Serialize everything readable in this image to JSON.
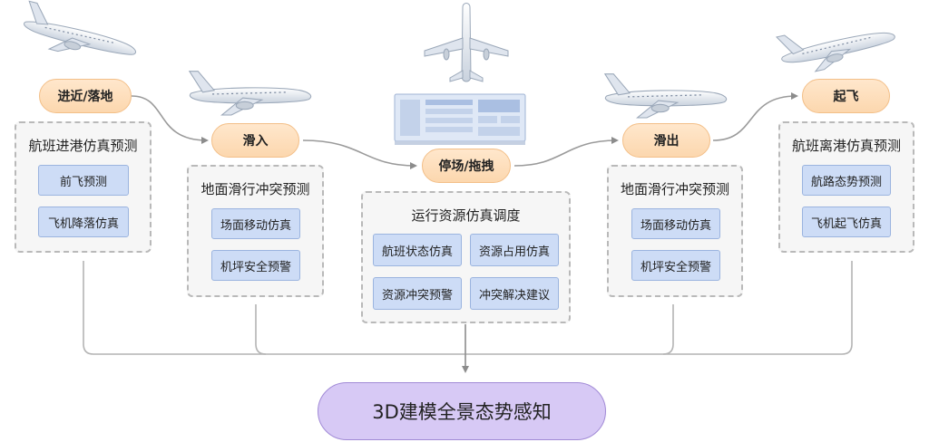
{
  "stages": {
    "approach": "进近/落地",
    "taxi_in": "滑入",
    "parking": "停场/拖拽",
    "taxi_out": "滑出",
    "takeoff": "起飞"
  },
  "groups": [
    {
      "title": "航班进港仿真预测",
      "items": [
        "前飞预测",
        "飞机降落仿真"
      ]
    },
    {
      "title": "地面滑行冲突预测",
      "items": [
        "场面移动仿真",
        "机坪安全预警"
      ]
    },
    {
      "title": "运行资源仿真调度",
      "items": [
        "航班状态仿真",
        "资源占用仿真",
        "资源冲突预警",
        "冲突解决建议"
      ]
    },
    {
      "title": "地面滑行冲突预测",
      "items": [
        "场面移动仿真",
        "机坪安全预警"
      ]
    },
    {
      "title": "航班离港仿真预测",
      "items": [
        "航路态势预测",
        "飞机起飞仿真"
      ]
    }
  ],
  "result": "3D建模全景态势感知",
  "colors": {
    "stage_fill": "#fddcb7",
    "item_fill": "#cddcf6",
    "result_fill": "#d7c9f5",
    "group_fill": "#f6f6f6",
    "connector": "#9a9a9a"
  },
  "icons": [
    "airplane-icon",
    "airport-screen-icon"
  ]
}
